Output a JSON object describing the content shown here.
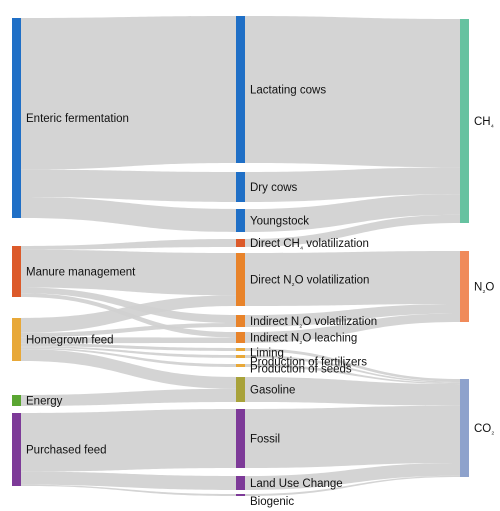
{
  "nodes": [
    {
      "id": "enteric",
      "label": "Enteric fermentation",
      "color": "#1f6fc6"
    },
    {
      "id": "manure",
      "label": "Manure management",
      "color": "#dc5a2a"
    },
    {
      "id": "homegrown",
      "label": "Homegrown feed",
      "color": "#e8a838"
    },
    {
      "id": "energy",
      "label": "Energy",
      "color": "#5aa632"
    },
    {
      "id": "purchased",
      "label": "Purchased feed",
      "color": "#7d3a98"
    },
    {
      "id": "lactating",
      "label": "Lactating cows",
      "color": "#1f6fc6"
    },
    {
      "id": "dry",
      "label": "Dry cows",
      "color": "#1f6fc6"
    },
    {
      "id": "young",
      "label": "Youngstock",
      "color": "#1f6fc6"
    },
    {
      "id": "direct_ch4",
      "label": "Direct CH₄ volatilization",
      "color": "#dc5a2a"
    },
    {
      "id": "direct_n2o",
      "label": "Direct N₂O volatilization",
      "color": "#e8832a"
    },
    {
      "id": "indirect_vol",
      "label": "Indirect N₂O volatilization",
      "color": "#e8832a"
    },
    {
      "id": "indirect_leach",
      "label": "Indirect N₂O leaching",
      "color": "#e8832a"
    },
    {
      "id": "liming",
      "label": "Liming",
      "color": "#e8a838"
    },
    {
      "id": "fertilizers",
      "label": "Production of fertilizers",
      "color": "#e8a838"
    },
    {
      "id": "seeds",
      "label": "Production of seeds",
      "color": "#e8a838"
    },
    {
      "id": "gasoline",
      "label": "Gasoline",
      "color": "#a8a23a"
    },
    {
      "id": "fossil",
      "label": "Fossil",
      "color": "#7d3a98"
    },
    {
      "id": "luc",
      "label": "Land Use Change",
      "color": "#7d3a98"
    },
    {
      "id": "biogenic",
      "label": "Biogenic",
      "color": "#7d3a98"
    },
    {
      "id": "ch4",
      "label": "CH₄",
      "color": "#66c2a0"
    },
    {
      "id": "n2o",
      "label": "N₂O",
      "color": "#f08a5a"
    },
    {
      "id": "co2",
      "label": "CO₂",
      "color": "#8ea2cc"
    }
  ],
  "links": [
    {
      "source": "enteric",
      "target": "lactating",
      "value": 72
    },
    {
      "source": "enteric",
      "target": "dry",
      "value": 13
    },
    {
      "source": "enteric",
      "target": "young",
      "value": 10
    },
    {
      "source": "manure",
      "target": "direct_ch4",
      "value": 4
    },
    {
      "source": "manure",
      "target": "direct_n2o",
      "value": 40
    },
    {
      "source": "manure",
      "target": "indirect_vol",
      "value": 6
    },
    {
      "source": "manure",
      "target": "indirect_leach",
      "value": 4
    },
    {
      "source": "homegrown",
      "target": "direct_n2o",
      "value": 10
    },
    {
      "source": "homegrown",
      "target": "indirect_vol",
      "value": 3
    },
    {
      "source": "homegrown",
      "target": "indirect_leach",
      "value": 4
    },
    {
      "source": "homegrown",
      "target": "liming",
      "value": 2
    },
    {
      "source": "homegrown",
      "target": "fertilizers",
      "value": 1
    },
    {
      "source": "homegrown",
      "target": "seeds",
      "value": 1
    },
    {
      "source": "homegrown",
      "target": "gasoline",
      "value": 8
    },
    {
      "source": "energy",
      "target": "gasoline",
      "value": 9
    },
    {
      "source": "purchased",
      "target": "fossil",
      "value": 45
    },
    {
      "source": "purchased",
      "target": "luc",
      "value": 10
    },
    {
      "source": "purchased",
      "target": "biogenic",
      "value": 1
    },
    {
      "source": "lactating",
      "target": "ch4",
      "value": 72
    },
    {
      "source": "dry",
      "target": "ch4",
      "value": 13
    },
    {
      "source": "young",
      "target": "ch4",
      "value": 10
    },
    {
      "source": "direct_ch4",
      "target": "ch4",
      "value": 4
    },
    {
      "source": "direct_n2o",
      "target": "n2o",
      "value": 50
    },
    {
      "source": "indirect_vol",
      "target": "n2o",
      "value": 9
    },
    {
      "source": "indirect_leach",
      "target": "n2o",
      "value": 8
    },
    {
      "source": "liming",
      "target": "co2",
      "value": 2
    },
    {
      "source": "fertilizers",
      "target": "co2",
      "value": 1
    },
    {
      "source": "seeds",
      "target": "co2",
      "value": 1
    },
    {
      "source": "gasoline",
      "target": "co2",
      "value": 17
    },
    {
      "source": "fossil",
      "target": "co2",
      "value": 45
    },
    {
      "source": "luc",
      "target": "co2",
      "value": 10
    },
    {
      "source": "biogenic",
      "target": "co2",
      "value": 1
    }
  ]
}
